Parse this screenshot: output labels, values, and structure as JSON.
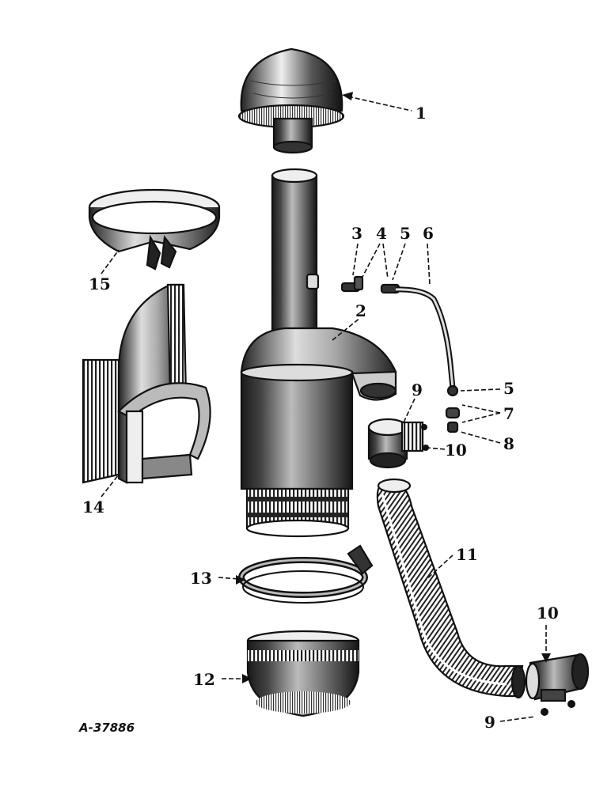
{
  "figure_id": "A-37886",
  "callouts": [
    "1",
    "2",
    "3",
    "4",
    "5",
    "6",
    "5",
    "7",
    "8",
    "9",
    "10",
    "11",
    "10",
    "9",
    "12",
    "13",
    "14",
    "15"
  ]
}
